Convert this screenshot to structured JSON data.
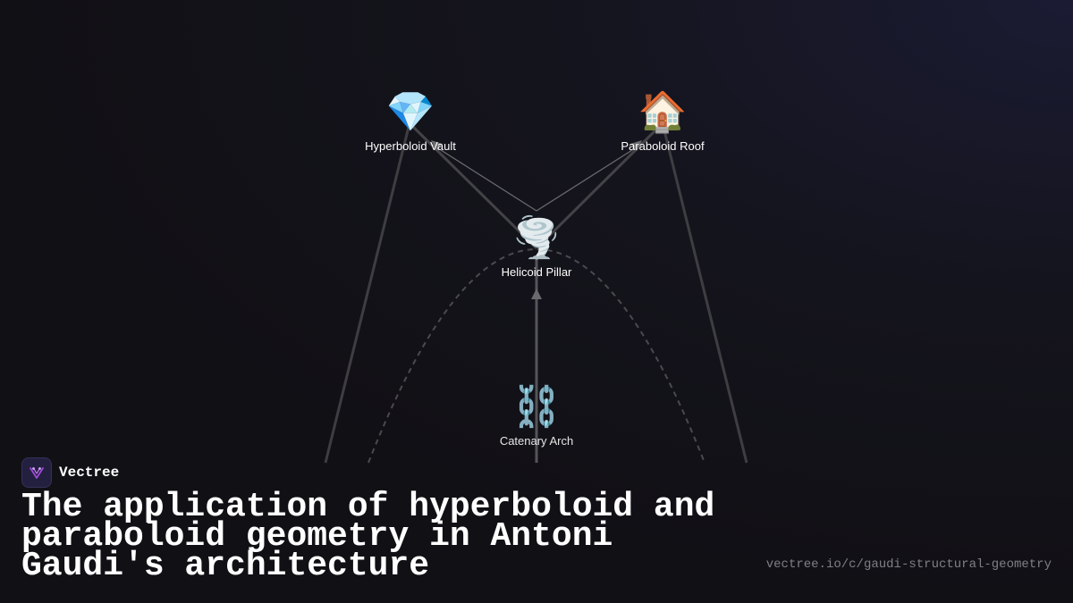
{
  "diagram": {
    "nodes": [
      {
        "id": "hyperboloid_vault",
        "icon": "gem-icon",
        "glyph": "💎",
        "label": "Hyperboloid Vault"
      },
      {
        "id": "paraboloid_roof",
        "icon": "house-icon",
        "glyph": "🏠",
        "label": "Paraboloid Roof"
      },
      {
        "id": "helicoid_pillar",
        "icon": "tornado-icon",
        "glyph": "🌪️",
        "label": "Helicoid Pillar"
      },
      {
        "id": "catenary_arch",
        "icon": "chain-icon",
        "glyph": "⛓️",
        "label": "Catenary Arch"
      }
    ],
    "edges": [
      {
        "from": "catenary_arch",
        "to": "helicoid_pillar",
        "arrow": true
      },
      {
        "from": "helicoid_pillar",
        "to": "hyperboloid_vault",
        "arrow": true
      },
      {
        "from": "helicoid_pillar",
        "to": "paraboloid_roof",
        "arrow": true
      }
    ],
    "colors": {
      "background": "#111015",
      "edge": "#4a4a4e",
      "edge_light": "#6a6a6e",
      "label": "#ffffff"
    }
  },
  "brand": {
    "name": "Vectree",
    "accent": "#a04ad8"
  },
  "title": "The application of hyperboloid and paraboloid geometry in Antoni Gaudi's architecture",
  "url": "vectree.io/c/gaudi-structural-geometry"
}
